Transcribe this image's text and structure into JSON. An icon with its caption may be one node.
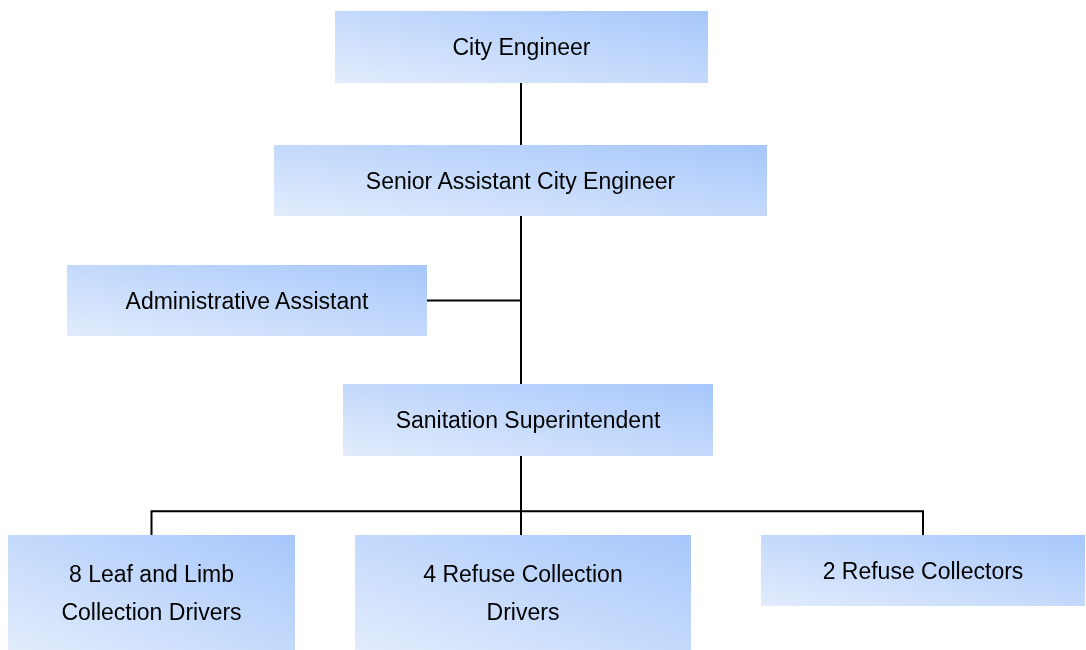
{
  "diagram": {
    "nodes": [
      {
        "text": [
          "City Engineer"
        ]
      },
      {
        "text": [
          "Senior Assistant City Engineer"
        ]
      },
      {
        "text": [
          "Administrative Assistant"
        ]
      },
      {
        "text": [
          "Sanitation Superintendent"
        ]
      },
      {
        "text": [
          "8 Leaf and Limb Collection Drivers"
        ]
      },
      {
        "text": [
          "4 Refuse Collection Drivers"
        ]
      },
      {
        "text": [
          "2 Refuse Collectors"
        ]
      }
    ],
    "edges": [
      {
        "from": 0,
        "to": 1,
        "arrow": "none"
      },
      {
        "from": 1,
        "to": 2,
        "arrow": "none"
      },
      {
        "from": 1,
        "to": 3,
        "arrow": "none"
      },
      {
        "from": 3,
        "to": 4,
        "arrow": "none"
      },
      {
        "from": 3,
        "to": 5,
        "arrow": "none"
      },
      {
        "from": 3,
        "to": 6,
        "arrow": "none"
      }
    ]
  }
}
